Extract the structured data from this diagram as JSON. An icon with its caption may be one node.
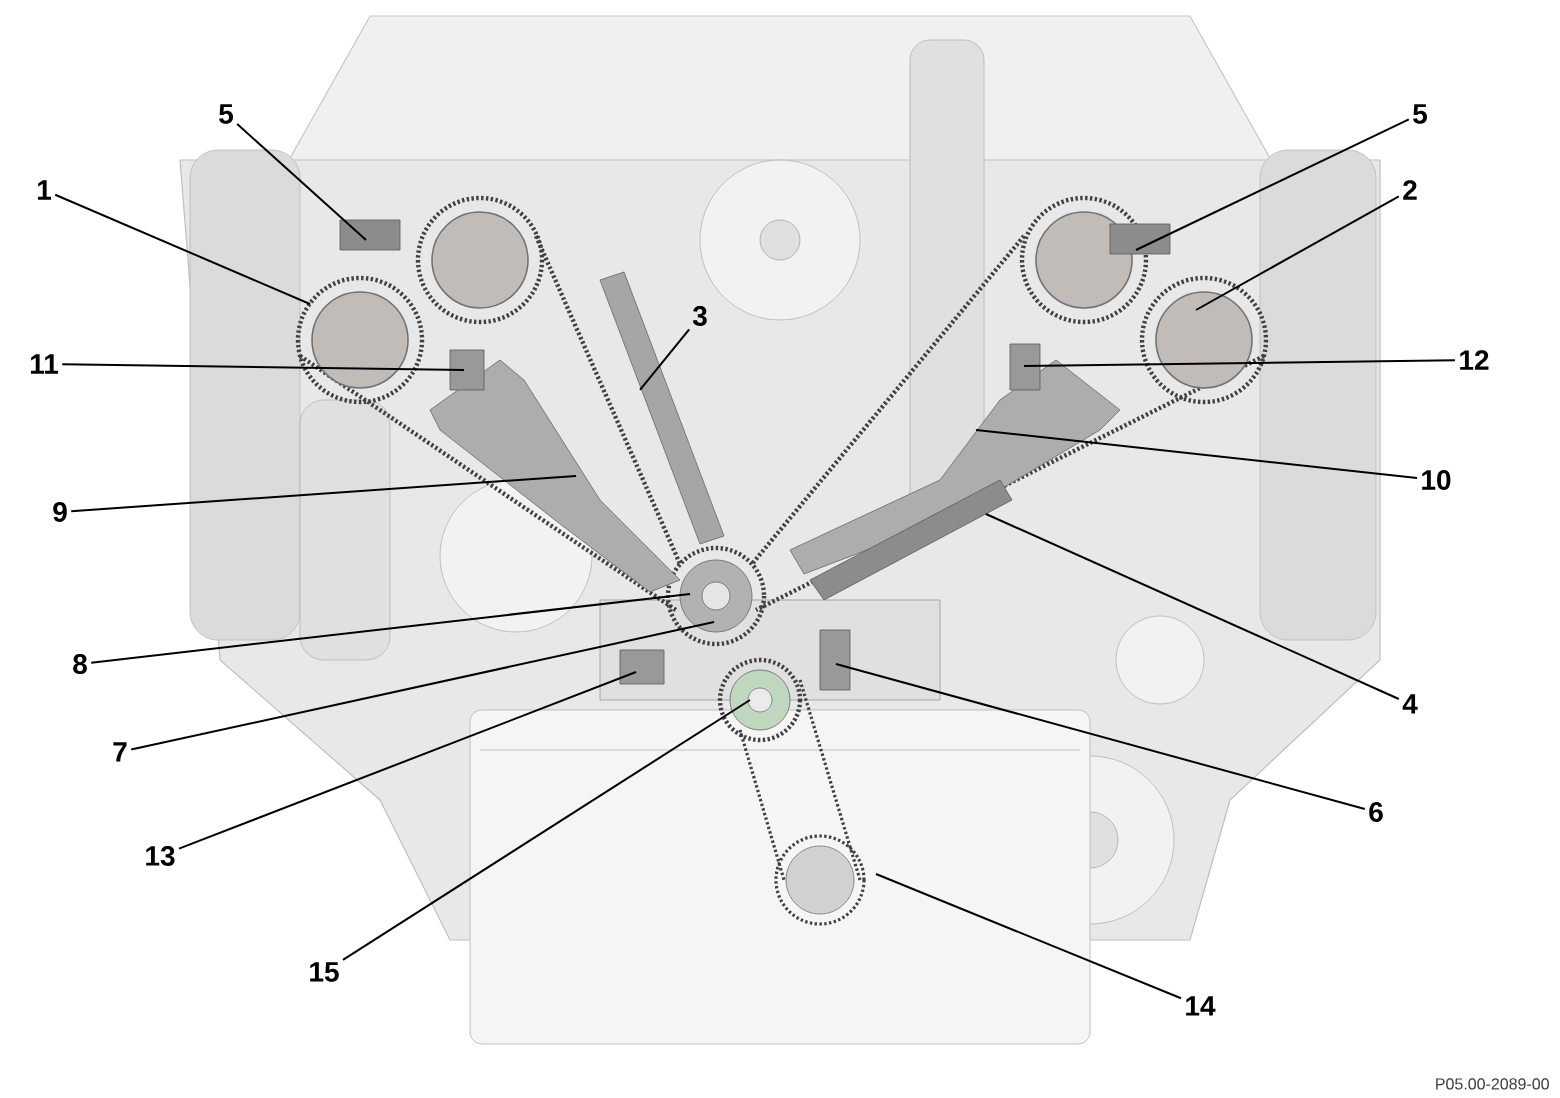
{
  "diagram": {
    "nodes": [
      {
        "text": [
          "5"
        ]
      },
      {
        "text": [
          "5"
        ]
      },
      {
        "text": [
          "1"
        ]
      },
      {
        "text": [
          "2"
        ]
      },
      {
        "text": [
          "3"
        ]
      },
      {
        "text": [
          "11"
        ]
      },
      {
        "text": [
          "12"
        ]
      },
      {
        "text": [
          "10"
        ]
      },
      {
        "text": [
          "9"
        ]
      },
      {
        "text": [
          "8"
        ]
      },
      {
        "text": [
          "4"
        ]
      },
      {
        "text": [
          "7"
        ]
      },
      {
        "text": [
          "6"
        ]
      },
      {
        "text": [
          "13"
        ]
      },
      {
        "text": [
          "15"
        ]
      },
      {
        "text": [
          "14"
        ]
      }
    ],
    "edges": [
      {
        "from": 0,
        "to": null,
        "arrow": "none"
      },
      {
        "from": 1,
        "to": null,
        "arrow": "none"
      },
      {
        "from": 2,
        "to": null,
        "arrow": "none"
      },
      {
        "from": 3,
        "to": null,
        "arrow": "none"
      },
      {
        "from": 4,
        "to": null,
        "arrow": "none"
      },
      {
        "from": 5,
        "to": null,
        "arrow": "none"
      },
      {
        "from": 6,
        "to": null,
        "arrow": "none"
      },
      {
        "from": 7,
        "to": null,
        "arrow": "none"
      },
      {
        "from": 8,
        "to": null,
        "arrow": "none"
      },
      {
        "from": 9,
        "to": null,
        "arrow": "none"
      },
      {
        "from": 10,
        "to": null,
        "arrow": "none"
      },
      {
        "from": 11,
        "to": null,
        "arrow": "none"
      },
      {
        "from": 12,
        "to": null,
        "arrow": "none"
      },
      {
        "from": 13,
        "to": null,
        "arrow": "none"
      },
      {
        "from": 14,
        "to": null,
        "arrow": "none"
      },
      {
        "from": 15,
        "to": null,
        "arrow": "none"
      }
    ],
    "labels": [
      "P05.00-2089-00"
    ]
  }
}
